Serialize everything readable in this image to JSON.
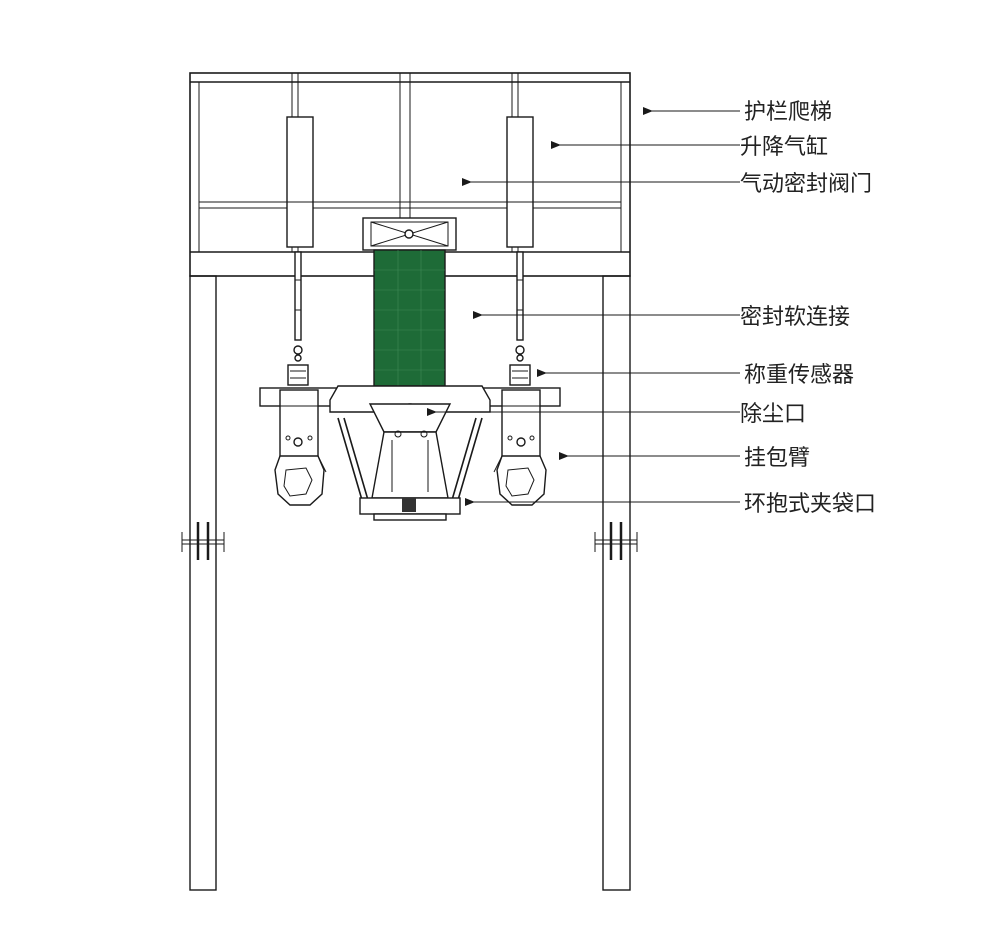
{
  "diagram": {
    "labels": [
      {
        "id": "guardrail-ladder",
        "text": "护栏爬梯"
      },
      {
        "id": "lifting-cylinder",
        "text": "升降气缸"
      },
      {
        "id": "pneumatic-seal-valve",
        "text": "气动密封阀门"
      },
      {
        "id": "sealed-soft-connection",
        "text": "密封软连接"
      },
      {
        "id": "weighing-sensor",
        "text": "称重传感器"
      },
      {
        "id": "dust-port",
        "text": "除尘口"
      },
      {
        "id": "bag-hanging-arm",
        "text": "挂包臂"
      },
      {
        "id": "hug-type-bag-clamp",
        "text": "环抱式夹袋口"
      }
    ],
    "colors": {
      "line": "#1a1a1a",
      "soft_connection": "#1e6b37",
      "background": "#ffffff"
    }
  }
}
